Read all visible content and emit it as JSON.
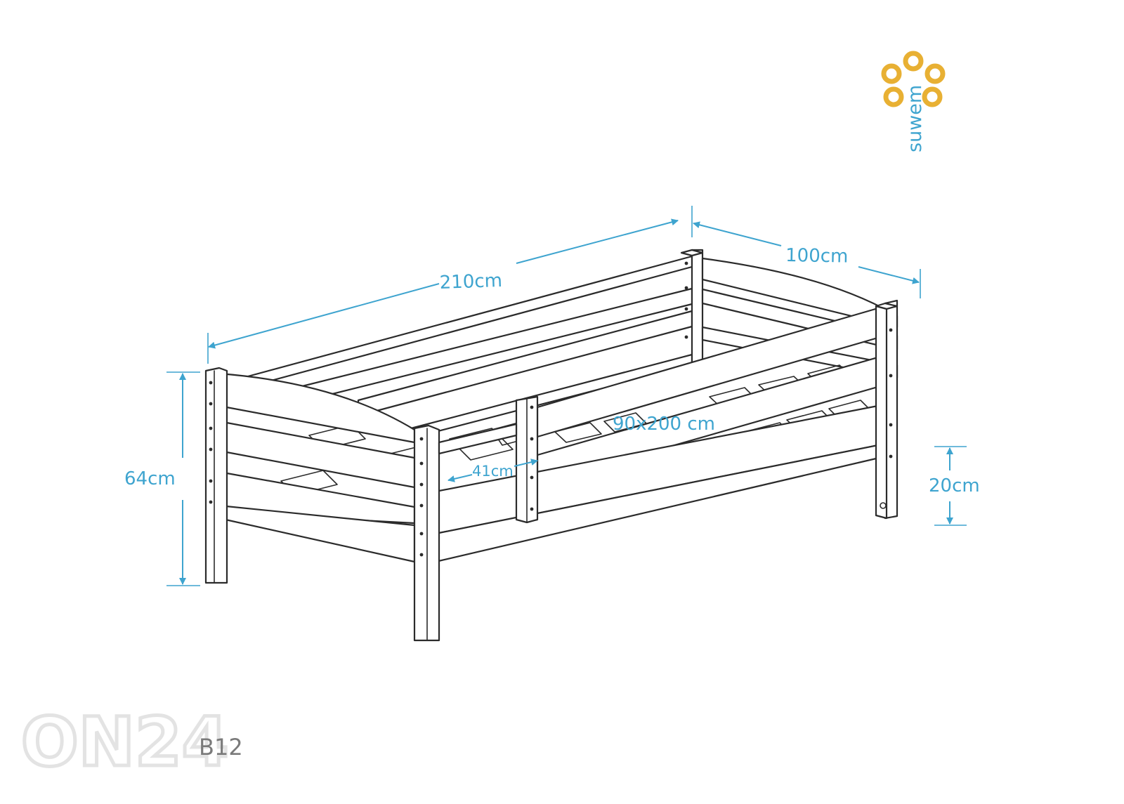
{
  "logo": {
    "text": "suwem",
    "ring_color": "#e8b033",
    "text_color": "#3ea4cf"
  },
  "dimensions": {
    "length": "210cm",
    "width": "100cm",
    "height": "64cm",
    "leg_clearance": "20cm",
    "mattress": "90x200 cm",
    "opening": "41cm"
  },
  "model_code": "B12",
  "watermark": "ON24",
  "colors": {
    "dimension": "#3ea4cf",
    "line": "#2b2b2b",
    "logo": "#e8b033",
    "watermark": "#e3e3e3"
  }
}
